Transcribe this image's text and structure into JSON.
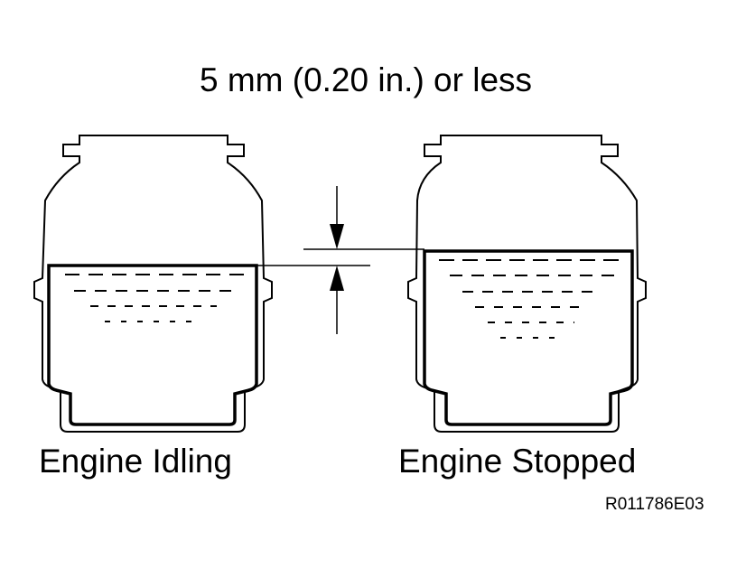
{
  "title": "5 mm (0.20 in.) or less",
  "left_label": "Engine Idling",
  "right_label": "Engine Stopped",
  "figure_code": "R011786E03",
  "colors": {
    "line": "#000000",
    "background": "#ffffff"
  }
}
